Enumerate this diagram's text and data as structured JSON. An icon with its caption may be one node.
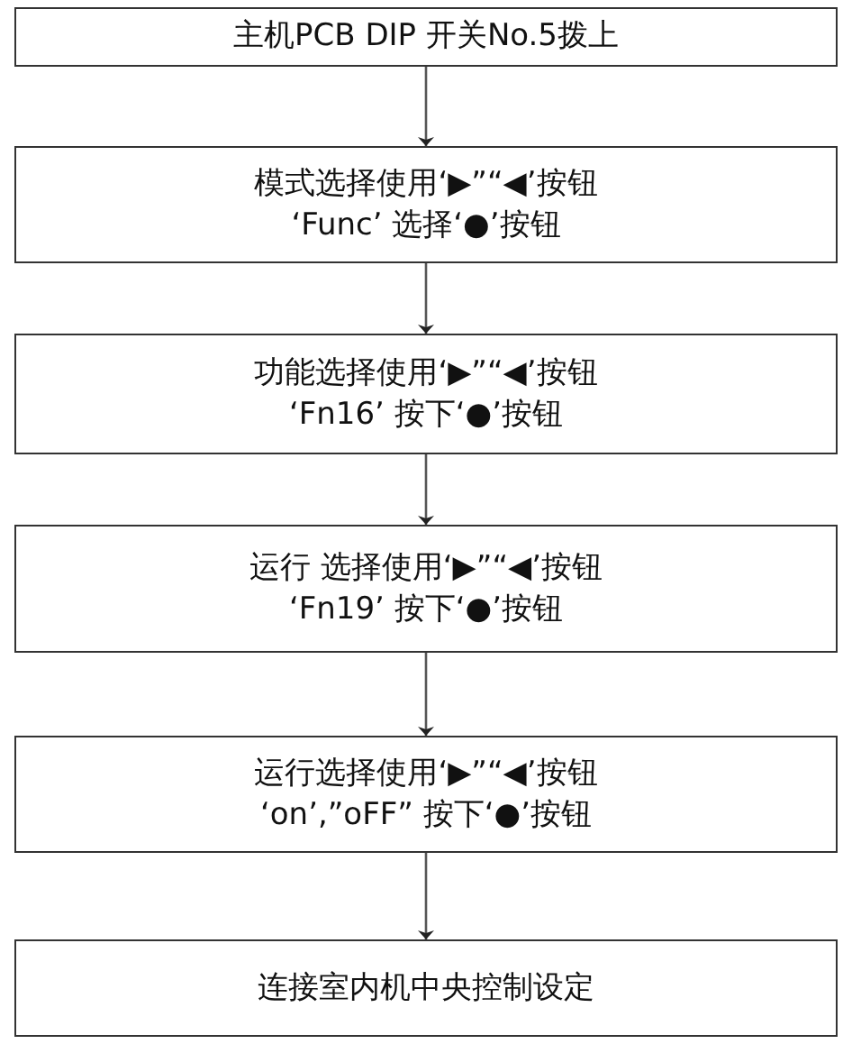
{
  "diagram": {
    "nodes": [
      {
        "text": [
          "主机PCB DIP 开关No.5拨上"
        ]
      },
      {
        "text": [
          "模式选择使用‘▶”“◀’按钮",
          "‘Func’ 选择‘●’按钮"
        ]
      },
      {
        "text": [
          "功能选择使用‘▶”“◀’按钮",
          "‘Fn16’ 按下‘●’按钮"
        ]
      },
      {
        "text": [
          "运行 选择使用‘▶”“◀’按钮",
          "‘Fn19’ 按下‘●’按钮"
        ]
      },
      {
        "text": [
          "运行选择使用‘▶”“◀’按钮",
          "‘on’,”oFF” 按下‘●’按钮"
        ]
      },
      {
        "text": [
          "连接室内机中央控制设定"
        ]
      }
    ],
    "edges": [
      {
        "from": 0,
        "to": 1,
        "arrow": "to"
      },
      {
        "from": 1,
        "to": 2,
        "arrow": "to"
      },
      {
        "from": 2,
        "to": 3,
        "arrow": "to"
      },
      {
        "from": 3,
        "to": 4,
        "arrow": "to"
      },
      {
        "from": 4,
        "to": 5,
        "arrow": "to"
      }
    ]
  }
}
